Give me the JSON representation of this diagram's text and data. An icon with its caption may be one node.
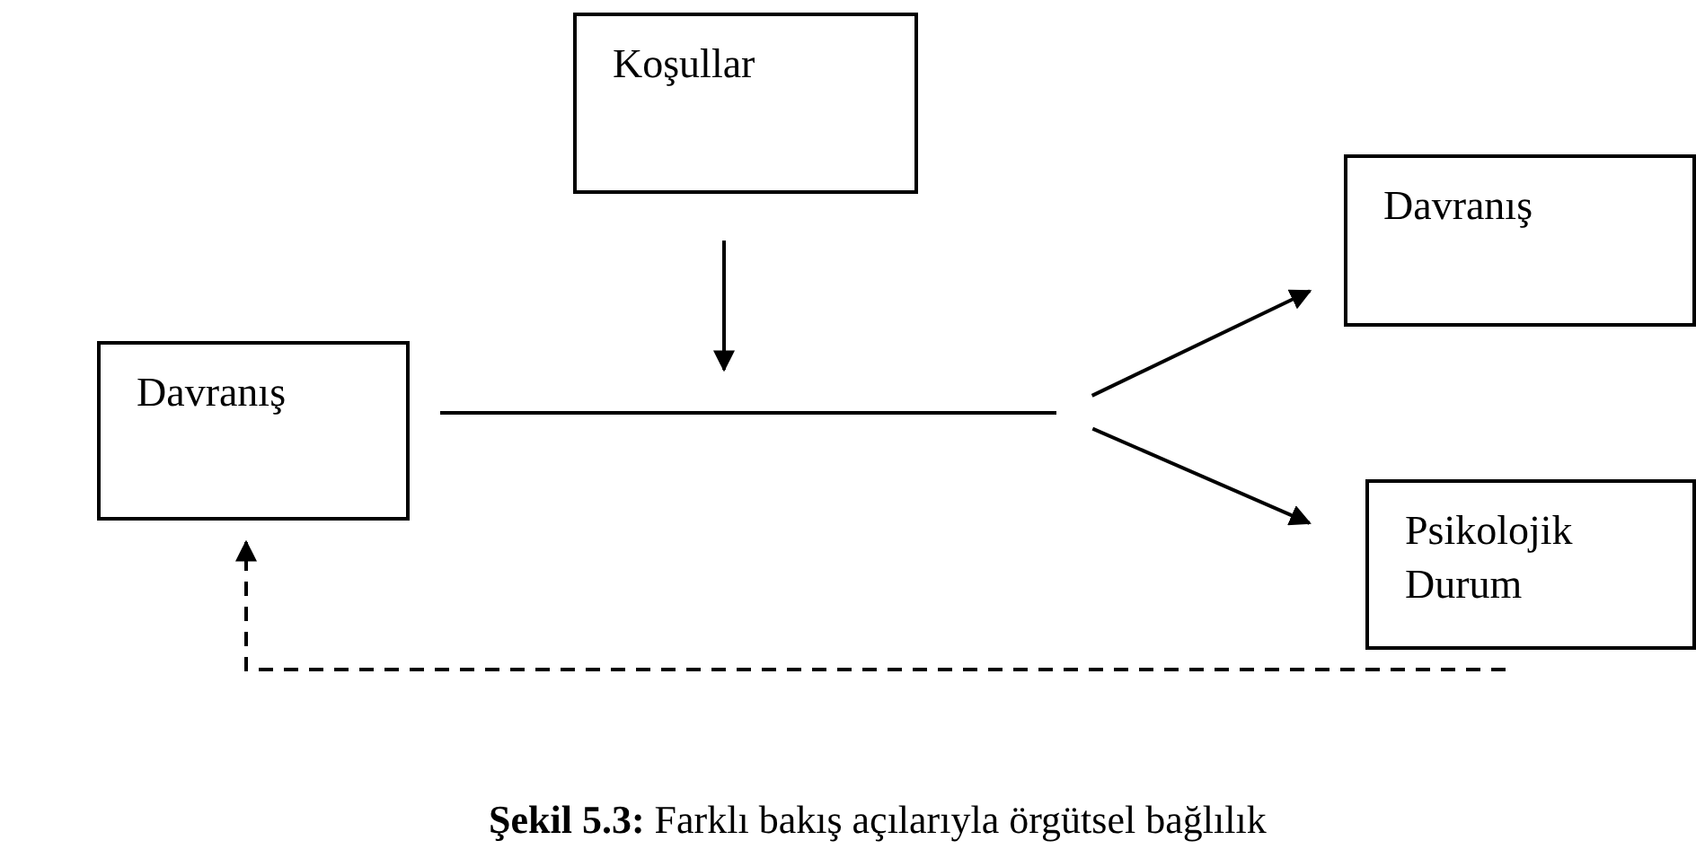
{
  "diagram": {
    "caption": "**Şekil 5.3:** Farklı bakış açılarıyla örgütsel bağlılık",
    "nodes": [
      {
        "text": [
          "Koşullar"
        ]
      },
      {
        "text": [
          "Davranış"
        ]
      },
      {
        "text": [],
        "shape": "bar"
      },
      {
        "text": [
          "Davranış"
        ]
      },
      {
        "text": [
          "Psikolojik Durum"
        ]
      }
    ],
    "edges": [
      {
        "from": 0,
        "to": 2,
        "arrow": "to"
      },
      {
        "from": 2,
        "to": 3,
        "arrow": "to"
      },
      {
        "from": 2,
        "to": 4,
        "arrow": "to"
      },
      {
        "from": 4,
        "to": 1,
        "arrow": "to",
        "style": "dashed"
      }
    ]
  }
}
